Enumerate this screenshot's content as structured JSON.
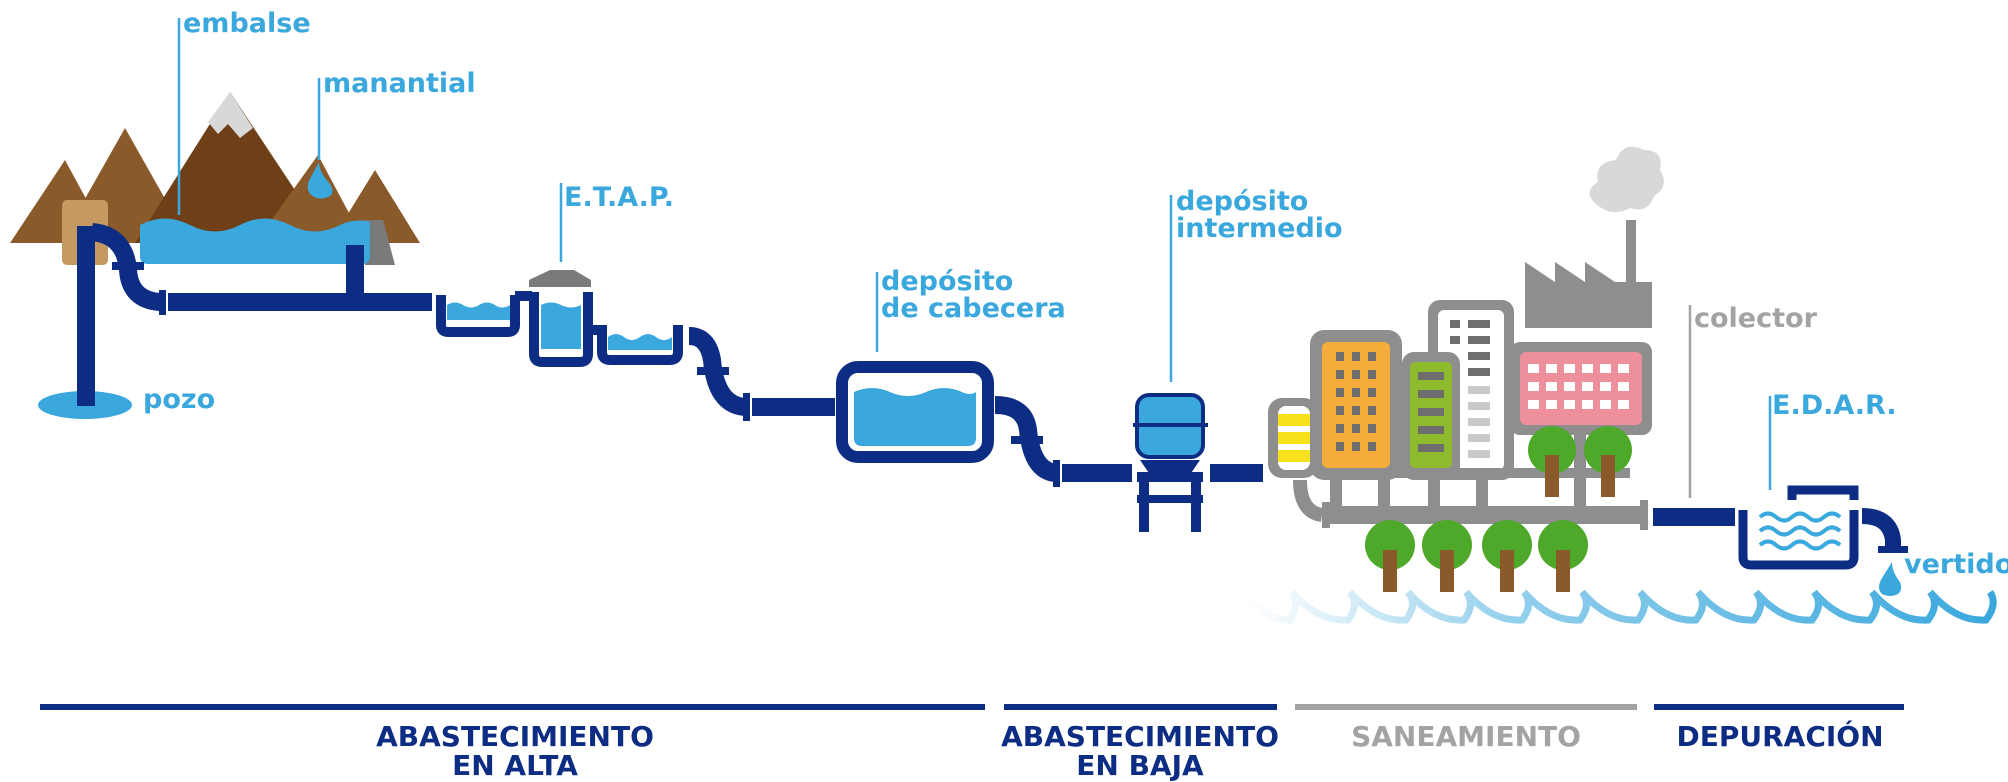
{
  "labels": {
    "embalse": "embalse",
    "manantial": "manantial",
    "pozo": "pozo",
    "etap": "E.T.A.P.",
    "deposito_cabecera_1": "depósito",
    "deposito_cabecera_2": "de cabecera",
    "deposito_intermedio_1": "depósito",
    "deposito_intermedio_2": "intermedio",
    "colector": "colector",
    "edar": "E.D.A.R.",
    "vertido": "vertido"
  },
  "sections": [
    {
      "line1": "ABASTECIMIENTO",
      "line2": "EN ALTA",
      "color": "#0d2c83"
    },
    {
      "line1": "ABASTECIMIENTO",
      "line2": "EN BAJA",
      "color": "#0d2c83"
    },
    {
      "line1": "SANEAMIENTO",
      "line2": "",
      "color": "#a3a3a3"
    },
    {
      "line1": "DEPURACIÓN",
      "line2": "",
      "color": "#0d2c83"
    }
  ],
  "colors": {
    "pipe": "#0d2c83",
    "water": "#3aa8dd",
    "label": "#3aa8dd",
    "gray": "#a3a3a3",
    "mountain": "#8a5a2b",
    "tree": "#4ea82a",
    "trunk": "#8a5a2b"
  }
}
